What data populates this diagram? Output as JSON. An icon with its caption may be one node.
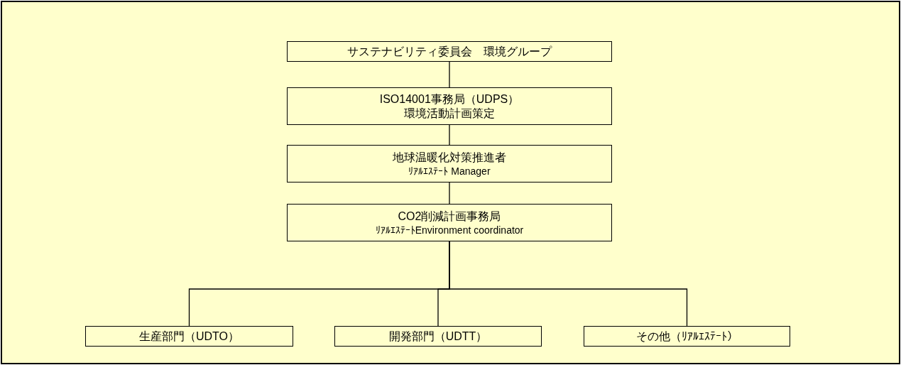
{
  "diagram": {
    "nodes": [
      {
        "text": [
          "サステナビリティ委員会　環境グループ"
        ]
      },
      {
        "text": [
          "ISO14001事務局（UDPS）",
          "環境活動計画策定"
        ]
      },
      {
        "text": [
          "地球温暖化対策推進者",
          "ﾘｱﾙｴｽﾃｰﾄ Manager"
        ]
      },
      {
        "text": [
          "CO2削減計画事務局",
          "ﾘｱﾙｴｽﾃｰﾄEnvironment coordinator"
        ]
      },
      {
        "text": [
          "生産部門（UDTO）"
        ]
      },
      {
        "text": [
          "開発部門（UDTT）"
        ]
      },
      {
        "text": [
          "その他（ﾘｱﾙｴｽﾃｰﾄ）"
        ]
      }
    ],
    "edges": [
      {
        "from": 0,
        "to": 1,
        "arrow": "none"
      },
      {
        "from": 1,
        "to": 2,
        "arrow": "none"
      },
      {
        "from": 2,
        "to": 3,
        "arrow": "none"
      },
      {
        "from": 3,
        "to": 4,
        "arrow": "none"
      },
      {
        "from": 3,
        "to": 5,
        "arrow": "none"
      },
      {
        "from": 3,
        "to": 6,
        "arrow": "none"
      }
    ]
  }
}
